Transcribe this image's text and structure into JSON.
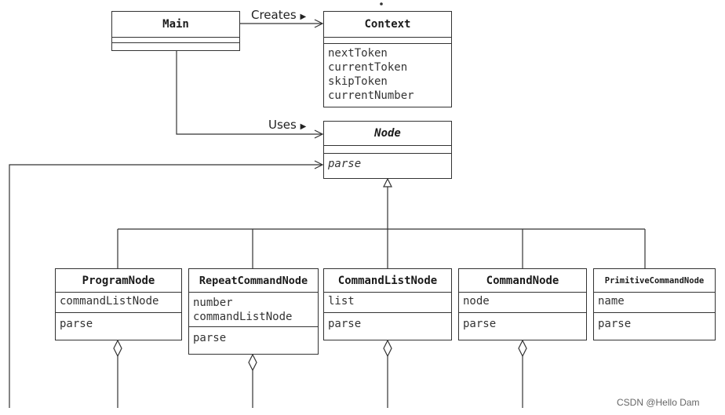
{
  "classes": {
    "main": {
      "name": "Main"
    },
    "context": {
      "name": "Context",
      "fields": [
        "nextToken",
        "currentToken",
        "skipToken",
        "currentNumber"
      ]
    },
    "node": {
      "name": "Node",
      "method": "parse"
    },
    "program_node": {
      "name": "ProgramNode",
      "field": "commandListNode",
      "method": "parse"
    },
    "repeat_command_node": {
      "name": "RepeatCommandNode",
      "fields": [
        "number",
        "commandListNode"
      ],
      "method": "parse"
    },
    "command_list_node": {
      "name": "CommandListNode",
      "field": "list",
      "method": "parse"
    },
    "command_node": {
      "name": "CommandNode",
      "field": "node",
      "method": "parse"
    },
    "primitive_command_node": {
      "name": "PrimitiveCommandNode",
      "field": "name",
      "method": "parse"
    }
  },
  "relations": {
    "creates": "Creates",
    "uses": "Uses"
  },
  "watermark": "CSDN @Hello Dam"
}
